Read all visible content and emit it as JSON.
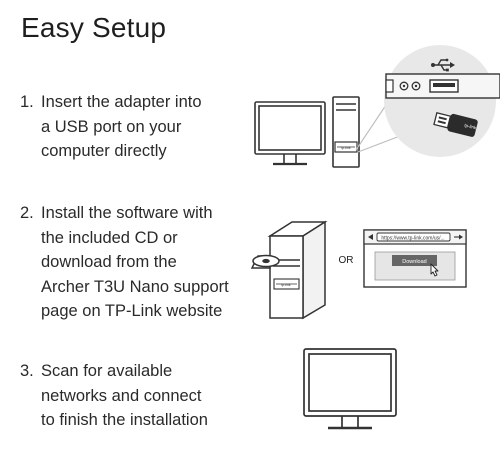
{
  "title": "Easy Setup",
  "steps": [
    {
      "number": "1.",
      "text": "Insert the adapter into\na USB port on your\ncomputer directly"
    },
    {
      "number": "2.",
      "text": "Install the software with\nthe included CD or\ndownload from the\nArcher T3U Nano support\npage on TP-Link website"
    },
    {
      "number": "3.",
      "text": "Scan for available\nnetworks and connect\nto finish the installation"
    }
  ],
  "illustrations": {
    "tower_label": "tp-link",
    "adapter_brand": "tp-link",
    "usb_symbol": "usb-icon",
    "or_label": "OR",
    "browser_url": "https://www.tp-link.com/us/...",
    "download_button": "Download"
  },
  "colors": {
    "line": "#333333",
    "download_button": "#666666"
  }
}
